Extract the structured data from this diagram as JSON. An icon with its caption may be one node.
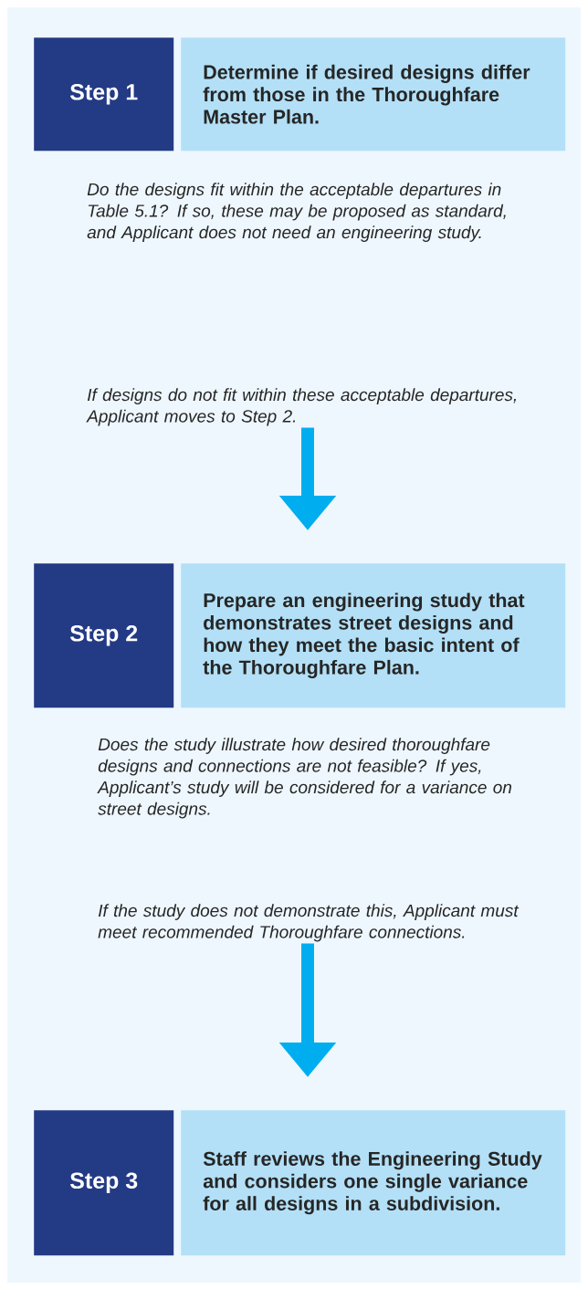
{
  "diagram": {
    "nodes": [
      {
        "text": [
          "Step 1"
        ]
      },
      {
        "text": [
          "Determine if desired designs differ from those in the Thoroughfare Master Plan."
        ]
      },
      {
        "text": [
          "Do the designs fit within the acceptable departures in Table 5.1? If so, these may be proposed as standard, and Applicant does not need an engineering study."
        ]
      },
      {
        "text": [
          "If designs do not fit within these acceptable departures, Applicant moves to Step 2."
        ]
      },
      {
        "text": [
          "Step 2"
        ]
      },
      {
        "text": [
          "Prepare an engineering study that demonstrates street designs and how they meet the basic intent of the Thoroughfare Plan."
        ]
      },
      {
        "text": [
          "Does the study illustrate how desired thoroughfare designs and connections are not feasible? If yes, Applicant’s study will be considered for a variance on street designs."
        ]
      },
      {
        "text": [
          "If the study does not demonstrate this, Applicant must meet recommended Thoroughfare connections."
        ]
      },
      {
        "text": [
          "Step 3"
        ]
      },
      {
        "text": [
          "Staff reviews the Engineering Study and considers one single variance for all designs in a subdivision."
        ]
      }
    ],
    "edges": [
      {
        "from": 3,
        "to": 5,
        "arrow": "to"
      },
      {
        "from": 7,
        "to": 9,
        "arrow": "to"
      }
    ]
  }
}
